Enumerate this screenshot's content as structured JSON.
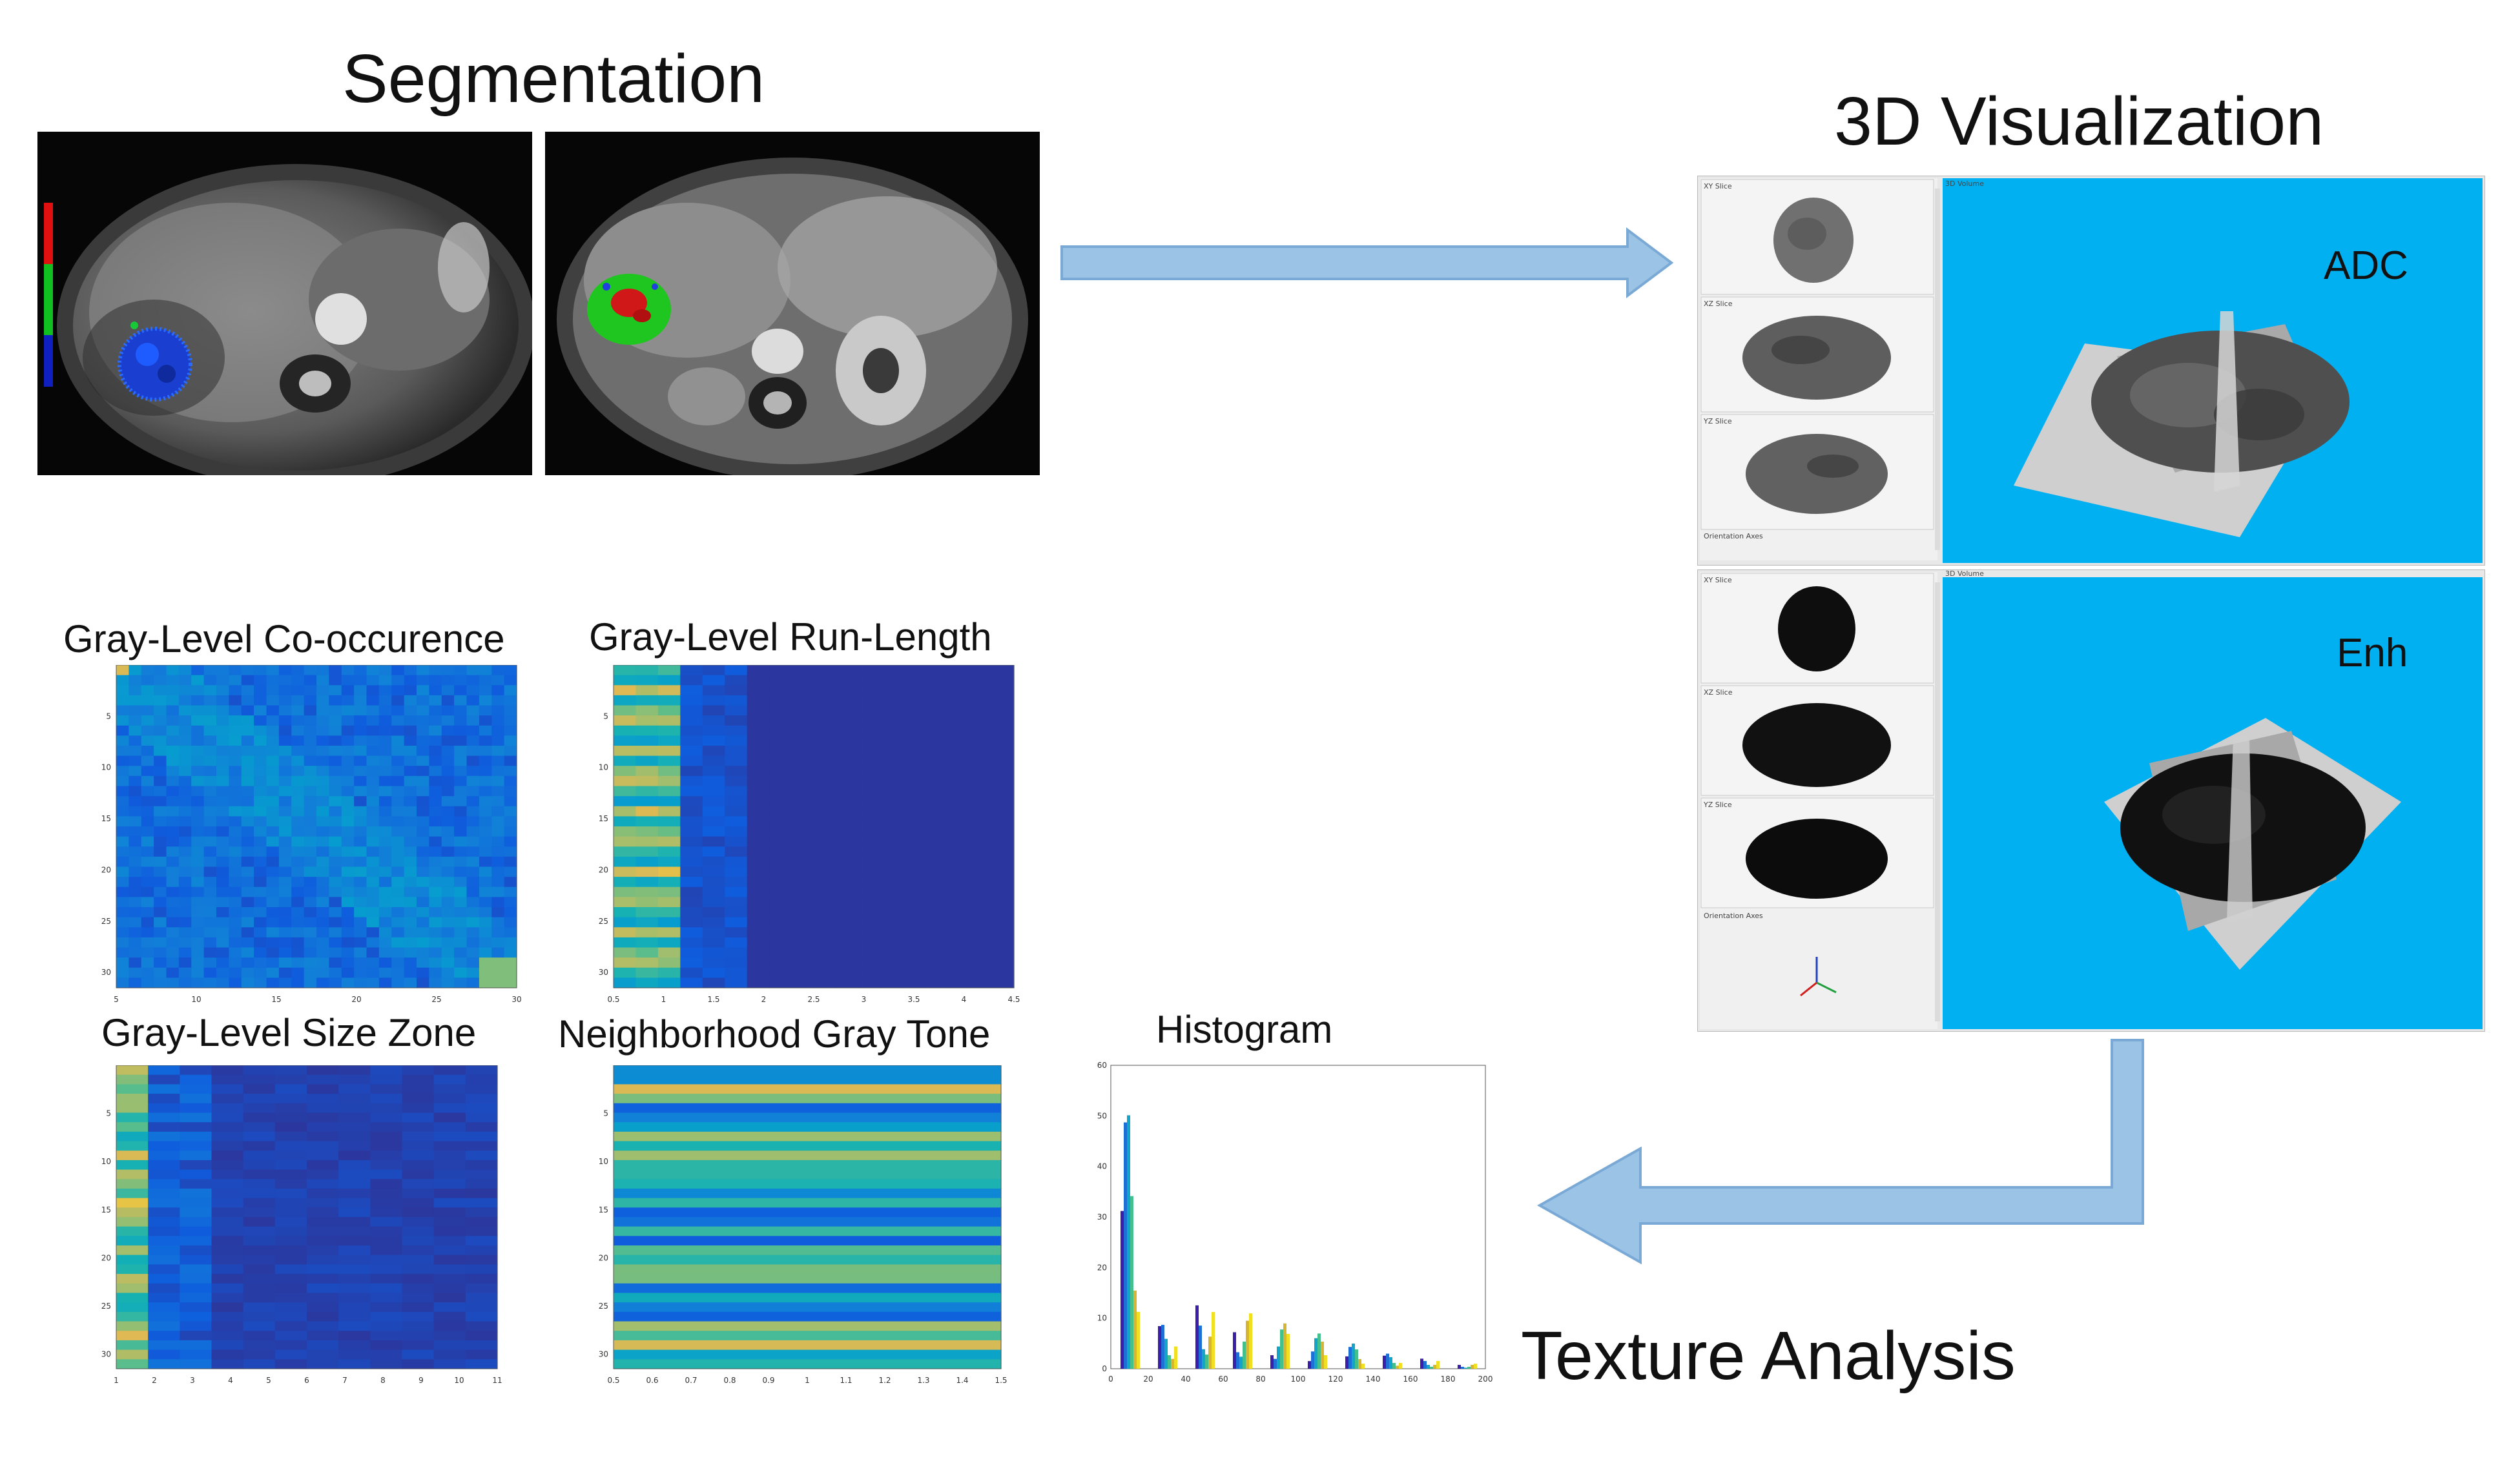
{
  "titles": {
    "segmentation": "Segmentation",
    "visualization": "3D Visualization",
    "texture_analysis": "Texture Analysis",
    "glcm": "Gray-Level Co-occurence",
    "glrl": "Gray-Level Run-Length",
    "glsz": "Gray-Level Size Zone",
    "ngtd": "Neighborhood Gray Tone",
    "histogram": "Histogram"
  },
  "viewer": {
    "top": {
      "volume_label": "ADC",
      "tab_volume": "3D Volume",
      "slice_labels": [
        "XY Slice",
        "XZ Slice",
        "YZ Slice"
      ],
      "orientation": "Orientation Axes"
    },
    "bottom": {
      "volume_label": "Enh",
      "tab_volume": "3D Volume",
      "slice_labels": [
        "XY Slice",
        "XZ Slice",
        "YZ Slice"
      ],
      "orientation": "Orientation Axes"
    }
  },
  "colors": {
    "arrow": "#9bc3e6",
    "arrow_stroke": "#7aa9d6",
    "viewer_bg": "#00b0f0",
    "heatmap_low": "#3b1fa8",
    "heatmap_high": "#f9e721"
  },
  "chart_data": [
    {
      "type": "heatmap",
      "title": "Gray-Level Co-occurence",
      "x_ticks": [
        "5",
        "10",
        "15",
        "20",
        "25",
        "30"
      ],
      "y_ticks": [
        "5",
        "10",
        "15",
        "20",
        "25",
        "30"
      ]
    },
    {
      "type": "heatmap",
      "title": "Gray-Level Run-Length",
      "x_ticks": [
        "0.5",
        "1",
        "1.5",
        "2",
        "2.5",
        "3",
        "3.5",
        "4",
        "4.5"
      ],
      "y_ticks": [
        "5",
        "10",
        "15",
        "20",
        "25",
        "30"
      ]
    },
    {
      "type": "heatmap",
      "title": "Gray-Level Size Zone",
      "x_ticks": [
        "1",
        "2",
        "3",
        "4",
        "5",
        "6",
        "7",
        "8",
        "9",
        "10",
        "11"
      ],
      "y_ticks": [
        "5",
        "10",
        "15",
        "20",
        "25",
        "30"
      ]
    },
    {
      "type": "heatmap",
      "title": "Neighborhood Gray Tone",
      "x_ticks": [
        "0.5",
        "0.6",
        "0.7",
        "0.8",
        "0.9",
        "1",
        "1.1",
        "1.2",
        "1.3",
        "1.4",
        "1.5"
      ],
      "y_ticks": [
        "5",
        "10",
        "15",
        "20",
        "25",
        "30"
      ]
    },
    {
      "type": "bar",
      "title": "Histogram",
      "x_ticks": [
        "0",
        "20",
        "40",
        "60",
        "80",
        "100",
        "120",
        "140",
        "160",
        "180",
        "200"
      ],
      "y_ticks": [
        "0",
        "10",
        "20",
        "30",
        "40",
        "50",
        "60"
      ],
      "xlim": [
        0,
        200
      ],
      "ylim": [
        0,
        60
      ],
      "x": [
        10,
        30,
        50,
        70,
        90,
        110,
        130,
        150,
        170,
        190
      ],
      "values": [
        52,
        9,
        13,
        11,
        9,
        7,
        5,
        3,
        2,
        1
      ]
    }
  ]
}
